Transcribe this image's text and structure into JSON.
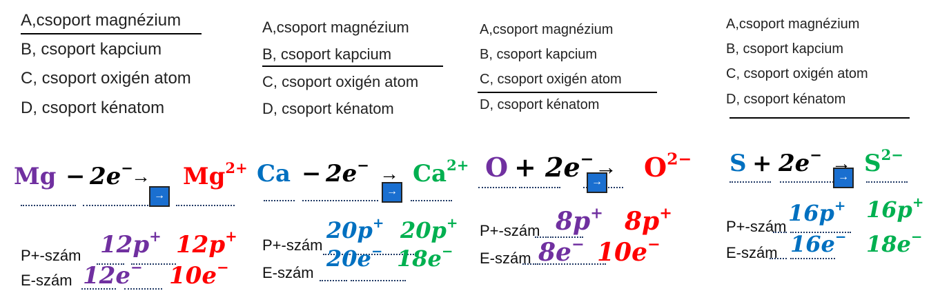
{
  "colors": {
    "purple": "#7030A0",
    "red": "#FF0000",
    "blue": "#0070C0",
    "green": "#00B050",
    "black": "#000000"
  },
  "labels": {
    "protons": "P+-szám",
    "electrons": "E-szám"
  },
  "columns": [
    {
      "options": [
        "A,csoport magnézium",
        "B, csoport kapcium",
        "C, csoport oxigén atom",
        "D, csoport kénatom"
      ],
      "selected_option": 0,
      "equation": {
        "reactant": "Mg",
        "reactant_color": "purple",
        "operator": "−",
        "electrons": "2e",
        "electrons_sup": "−",
        "arrow": "→",
        "product": "Mg",
        "product_sup": "2+",
        "product_color": "red",
        "box_icon": "→"
      },
      "protons": [
        {
          "value": "12p",
          "sup": "+",
          "color": "purple"
        },
        {
          "value": "12p",
          "sup": "+",
          "color": "red"
        }
      ],
      "electron_counts": [
        {
          "value": "12e",
          "sup": "−",
          "color": "purple"
        },
        {
          "value": "10e",
          "sup": "−",
          "color": "red"
        }
      ]
    },
    {
      "options": [
        "A,csoport magnézium",
        "B, csoport kapcium",
        "C, csoport oxigén atom",
        "D, csoport kénatom"
      ],
      "selected_option": 1,
      "equation": {
        "reactant": "Ca",
        "reactant_color": "blue",
        "operator": "−",
        "electrons": "2e",
        "electrons_sup": "−",
        "arrow": "→",
        "product": "Ca",
        "product_sup": "2+",
        "product_color": "green",
        "box_icon": "→"
      },
      "protons": [
        {
          "value": "20p",
          "sup": "+",
          "color": "blue"
        },
        {
          "value": "20p",
          "sup": "+",
          "color": "green"
        }
      ],
      "electron_counts": [
        {
          "value": "20e",
          "sup": "−",
          "color": "blue"
        },
        {
          "value": "18e",
          "sup": "−",
          "color": "green"
        }
      ]
    },
    {
      "options": [
        "A,csoport magnézium",
        "B, csoport kapcium",
        "C, csoport oxigén atom",
        "D, csoport kénatom"
      ],
      "selected_option": 2,
      "equation": {
        "reactant": "O",
        "reactant_color": "purple",
        "operator": "+",
        "electrons": "2e",
        "electrons_sup": "−",
        "arrow": "→",
        "product": "O",
        "product_sup": "2−",
        "product_color": "red",
        "box_icon": "→"
      },
      "protons": [
        {
          "value": "8p",
          "sup": "+",
          "color": "purple"
        },
        {
          "value": "8p",
          "sup": "+",
          "color": "red"
        }
      ],
      "electron_counts": [
        {
          "value": "8e",
          "sup": "−",
          "color": "purple"
        },
        {
          "value": "10e",
          "sup": "−",
          "color": "red"
        }
      ]
    },
    {
      "options": [
        "A,csoport magnézium",
        "B, csoport kapcium",
        "C, csoport oxigén atom",
        "D, csoport kénatom"
      ],
      "selected_option": 3,
      "equation": {
        "reactant": "S",
        "reactant_color": "blue",
        "operator": "+",
        "electrons": "2e",
        "electrons_sup": "−",
        "arrow": "→",
        "product": "S",
        "product_sup": "2−",
        "product_color": "green",
        "box_icon": "→"
      },
      "protons": [
        {
          "value": "16p",
          "sup": "+",
          "color": "blue"
        },
        {
          "value": "16p",
          "sup": "+",
          "color": "green"
        }
      ],
      "electron_counts": [
        {
          "value": "16e",
          "sup": "−",
          "color": "blue"
        },
        {
          "value": "18e",
          "sup": "−",
          "color": "green"
        }
      ]
    }
  ]
}
